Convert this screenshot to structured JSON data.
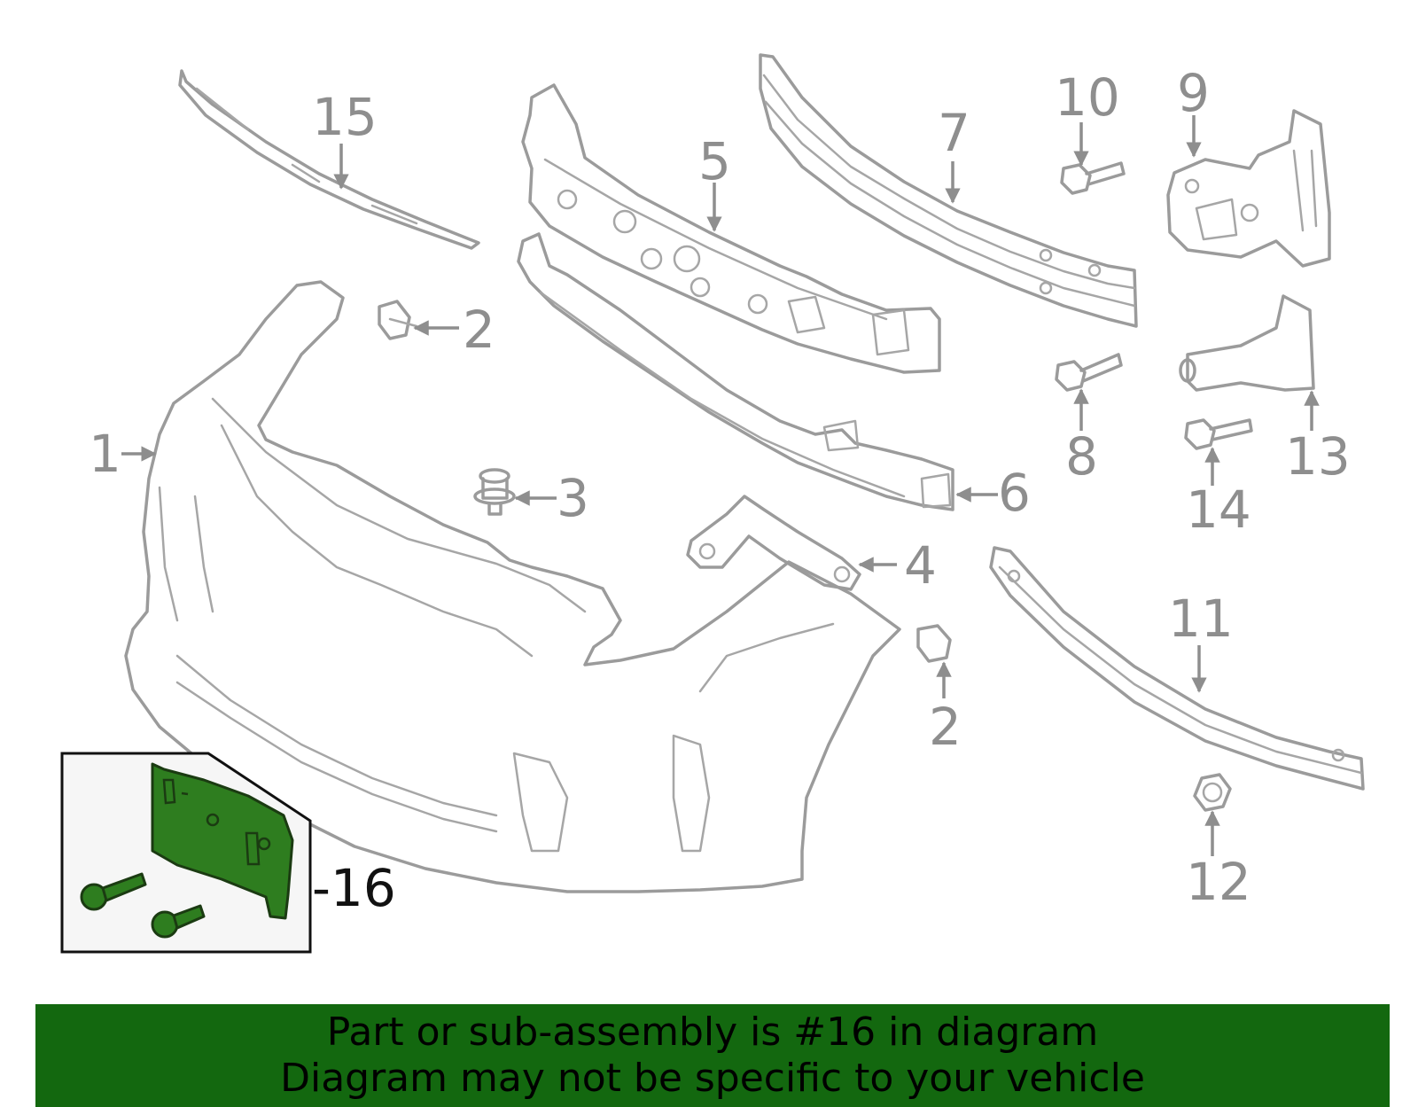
{
  "callouts": {
    "c1": "1",
    "c2a": "2",
    "c2b": "2",
    "c3": "3",
    "c4": "4",
    "c5": "5",
    "c6": "6",
    "c7": "7",
    "c8": "8",
    "c9": "9",
    "c10": "10",
    "c11": "11",
    "c12": "12",
    "c13": "13",
    "c14": "14",
    "c15": "15",
    "c16": "-16"
  },
  "highlight_color": "#2e7d1f",
  "banner": {
    "background": "#13680f",
    "line1": "Part or sub-assembly is #16 in diagram",
    "line2": "Diagram may not be specific to your vehicle"
  }
}
